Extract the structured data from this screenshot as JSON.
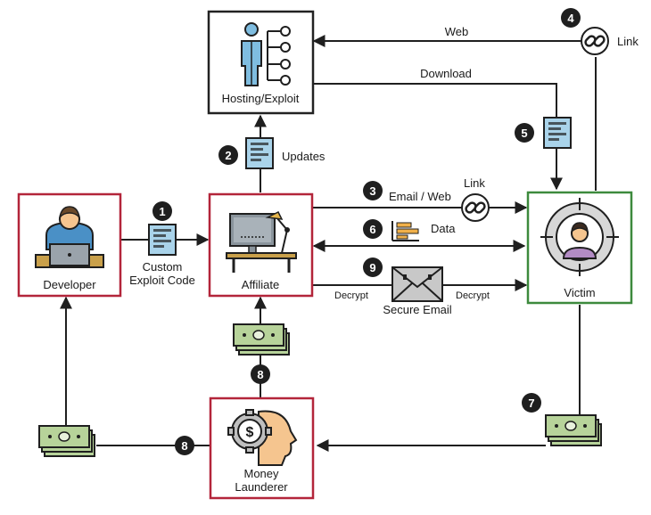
{
  "nodes": {
    "hosting": {
      "label": "Hosting/Exploit",
      "icon": "org-chart-person-icon"
    },
    "developer": {
      "label": "Developer",
      "icon": "developer-laptop-icon"
    },
    "affiliate": {
      "label": "Affiliate",
      "icon": "desk-computer-icon"
    },
    "victim": {
      "label": "Victim",
      "icon": "target-person-icon"
    },
    "launderer": {
      "label_line1": "Money",
      "label_line2": "Launderer",
      "icon": "money-gear-head-icon"
    }
  },
  "edges": {
    "web": "Web",
    "download": "Download",
    "link_top": "Link",
    "updates": "Updates",
    "email_web": "Email / Web",
    "link_mid": "Link",
    "data": "Data",
    "custom_line1": "Custom",
    "custom_line2": "Exploit Code",
    "decrypt_left": "Decrypt",
    "decrypt_right": "Decrypt",
    "secure_email": "Secure Email"
  },
  "steps": {
    "s1": "1",
    "s2": "2",
    "s3": "3",
    "s4": "4",
    "s5": "5",
    "s6": "6",
    "s7": "7",
    "s8a": "8",
    "s8b": "8",
    "s9": "9"
  },
  "colors": {
    "red_border": "#b3253a",
    "green_border": "#3d8a3d",
    "dark_border": "#222222",
    "arrow": "#1f1f1f",
    "code_blue": "#a9d3ea",
    "money_green": "#b7d39a",
    "person_blue": "#7fbde0",
    "skin": "#f5c58f",
    "hair": "#6b4a2a"
  }
}
